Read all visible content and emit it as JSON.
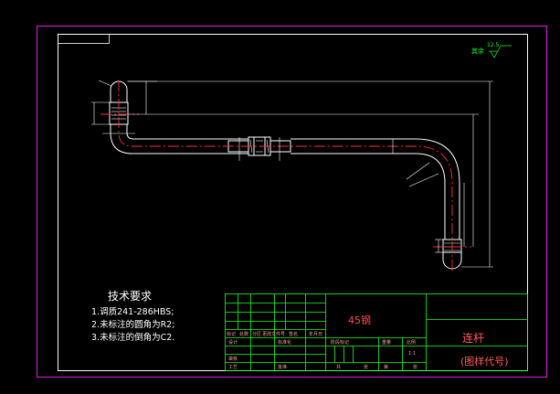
{
  "technical_requirements": {
    "title": "技术要求",
    "items": [
      "1.调质241-286HBS;",
      "2.未标注的圆角为R2;",
      "3.未标注的倒角为C2."
    ]
  },
  "title_block": {
    "material": "45钢",
    "part_name": "连杆",
    "drawing_number": "(图样代号)",
    "scale": "1:1",
    "row_labels": {
      "mark": "标记",
      "count": "处数",
      "zone": "分区",
      "change_doc": "更改文件号",
      "signature": "签名",
      "date": "年月日",
      "design": "设计",
      "standardize": "标准化",
      "review": "审核",
      "process": "工艺",
      "approve": "批准",
      "stage_mark": "阶段标记",
      "weight": "重量",
      "ratio": "比例",
      "total": "共",
      "sheet": "张",
      "page": "第"
    }
  },
  "roughness": {
    "label": "其余",
    "value": "12.5"
  },
  "colors": {
    "frame_outer": "#c21ec2",
    "frame_inner": "#ffffff",
    "title_block_lines": "#19ff19",
    "part_outline": "#ffffff",
    "centerline": "#ff3030",
    "dimension": "#ffffff",
    "material_text": "#ff4d4d",
    "roughness_text": "#19ff19"
  }
}
